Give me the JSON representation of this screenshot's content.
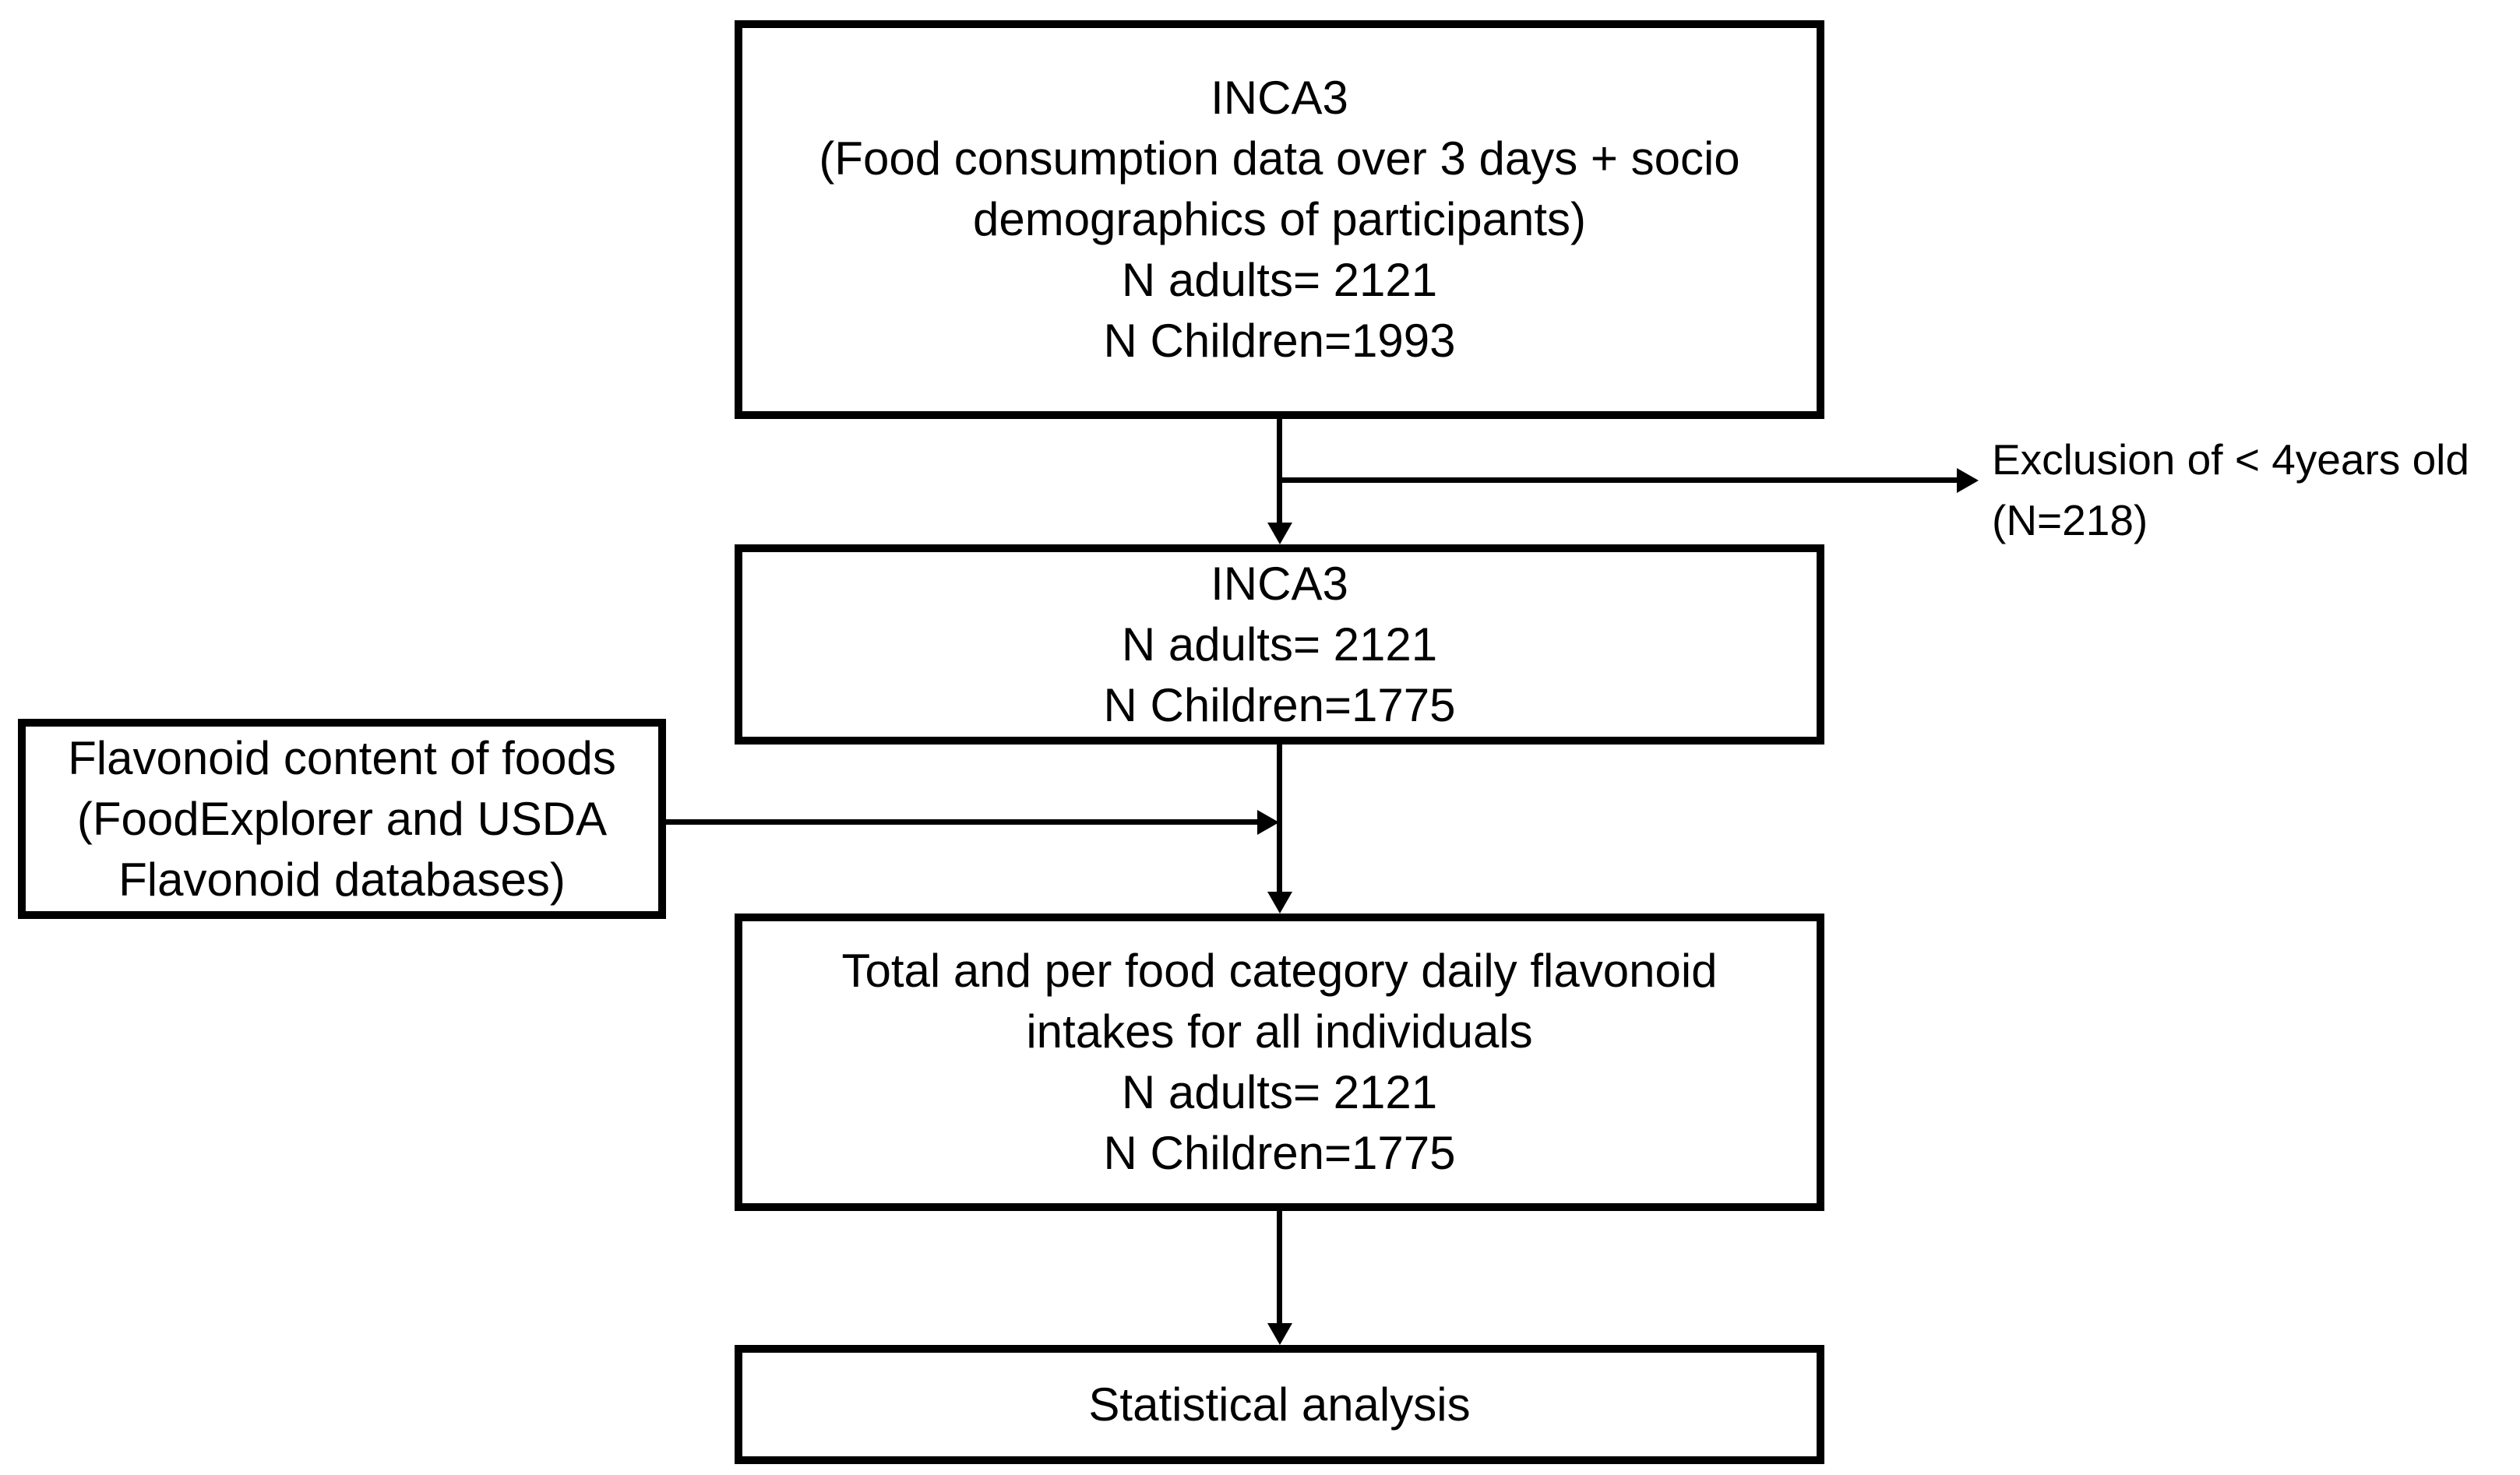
{
  "diagram": {
    "background_color": "#ffffff",
    "stroke_color": "#000000",
    "boxes": {
      "inca3_full": {
        "lines": [
          "INCA3",
          "(Food consumption data over 3 days + socio",
          "demographics of participants)",
          "N adults= 2121",
          "N Children=1993"
        ]
      },
      "inca3_filtered": {
        "lines": [
          "INCA3",
          "N adults= 2121",
          "N Children=1775"
        ]
      },
      "flavonoid_db": {
        "lines": [
          "Flavonoid content of foods",
          "(FoodExplorer and USDA",
          "Flavonoid databases)"
        ]
      },
      "intakes": {
        "lines": [
          "Total and per food category daily flavonoid",
          "intakes for all individuals",
          "N adults= 2121",
          "N Children=1775"
        ]
      },
      "stats": {
        "lines": [
          "Statistical analysis"
        ]
      }
    },
    "annotations": {
      "exclusion": {
        "lines": [
          "Exclusion of < 4years old",
          "(N=218)"
        ]
      }
    }
  }
}
